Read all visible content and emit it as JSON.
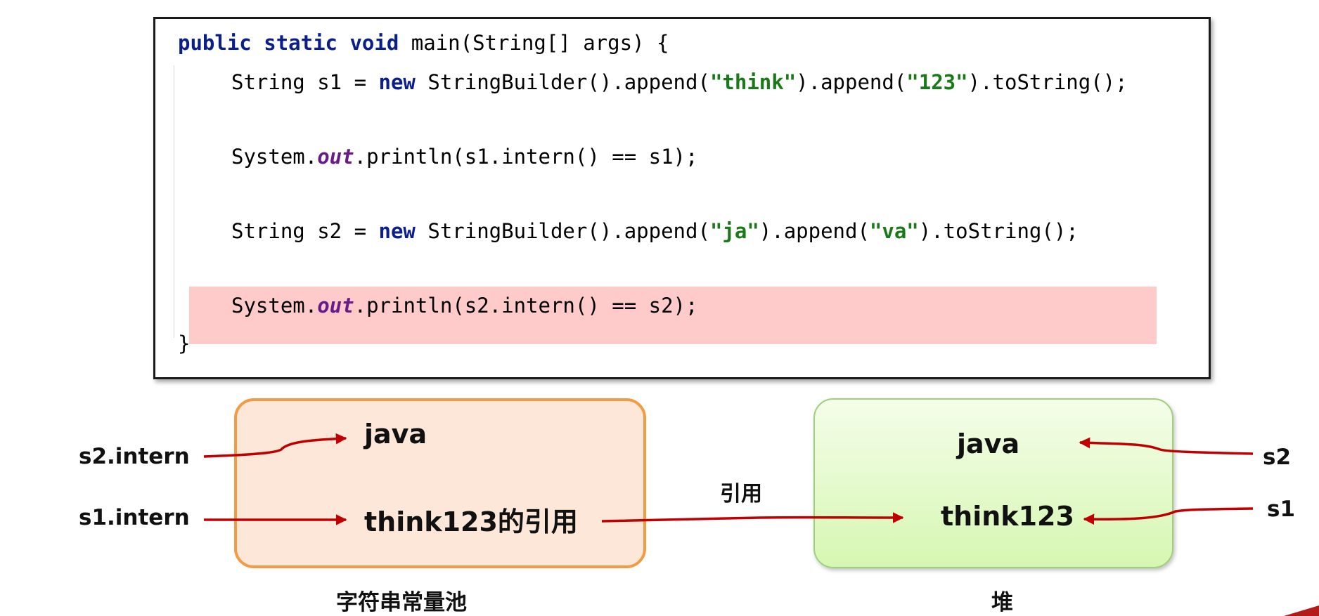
{
  "code": {
    "line1": {
      "kw1": "public",
      "kw2": "static",
      "kw3": "void",
      "rest": " main(String[] args) {"
    },
    "line2": {
      "a": "String s1 = ",
      "kw": "new",
      "b": " StringBuilder().append(",
      "s1": "\"think\"",
      "c": ").append(",
      "s2": "\"123\"",
      "d": ").toString();"
    },
    "line3": {
      "a": "System.",
      "field": "out",
      "b": ".println(s1.intern() == s1);"
    },
    "line4": {
      "a": "String s2 = ",
      "kw": "new",
      "b": " StringBuilder().append(",
      "s1": "\"ja\"",
      "c": ").append(",
      "s2": "\"va\"",
      "d": ").toString();"
    },
    "line5": {
      "a": "System.",
      "field": "out",
      "b": ".println(s2.intern() == s2);"
    },
    "line6": "}"
  },
  "diagram": {
    "pool": {
      "item1": "java",
      "item2": "think123的引用",
      "caption": "字符串常量池",
      "border_color": "#f39a45",
      "fill_color": "#fde7d8"
    },
    "heap": {
      "item1": "java",
      "item2": "think123",
      "caption": "堆",
      "border_color": "#9fcf7a",
      "fill_color": "#d6f7b2"
    },
    "left_labels": {
      "s2_intern": "s2.intern",
      "s1_intern": "s1.intern"
    },
    "right_labels": {
      "s2": "s2",
      "s1": "s1"
    },
    "reference_label": "引用",
    "arrow_color": "#c00000",
    "highlight_color": "#ffcaca"
  }
}
